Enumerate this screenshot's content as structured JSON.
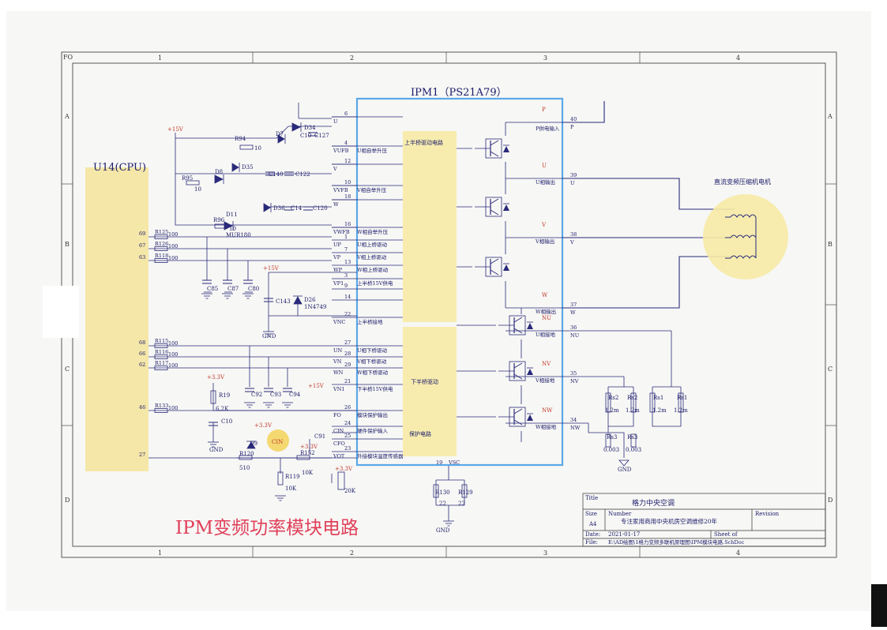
{
  "title": "IPM变频功率模块电路",
  "module_title": "IPM1（PS21A79）",
  "cpu_label": "U14(CPU)",
  "motor_label": "直流变频压缩机电机",
  "grid_cols": [
    "1",
    "2",
    "3",
    "4"
  ],
  "grid_rows": [
    "A",
    "B",
    "C",
    "D"
  ],
  "corner": "FO",
  "blocks": {
    "upper": "上半桥驱动电路",
    "lower": "下半桥驱动",
    "protect": "保护电路"
  },
  "upper_signals": [
    {
      "pin": "6",
      "name": "U",
      "cn": ""
    },
    {
      "pin": "4",
      "name": "VUFB",
      "cn": "U相自举升压"
    },
    {
      "pin": "12",
      "name": "V",
      "cn": ""
    },
    {
      "pin": "10",
      "name": "VVFB",
      "cn": "V相自举升压"
    },
    {
      "pin": "18",
      "name": "W",
      "cn": ""
    },
    {
      "pin": "16",
      "name": "VWFB",
      "cn": "W相自举升压"
    },
    {
      "pin": "1",
      "name": "UP",
      "cn": "U相上桥驱动"
    },
    {
      "pin": "7",
      "name": "VP",
      "cn": "V相上桥驱动"
    },
    {
      "pin": "13",
      "name": "WP",
      "cn": "W相上桥驱动"
    },
    {
      "pin": "3",
      "name": "VP1",
      "cn": "上半桥15V供电"
    },
    {
      "pin": "9",
      "name": "",
      "cn": ""
    },
    {
      "pin": "14",
      "name": "",
      "cn": ""
    },
    {
      "pin": "22",
      "name": "VNC",
      "cn": "上半桥接地"
    }
  ],
  "lower_signals": [
    {
      "pin": "27",
      "name": "UN",
      "cn": "U相下桥驱动"
    },
    {
      "pin": "28",
      "name": "VN",
      "cn": "V相下桥驱动"
    },
    {
      "pin": "29",
      "name": "WN",
      "cn": "W相下桥驱动"
    },
    {
      "pin": "21",
      "name": "VN1",
      "cn": "下半桥15V供电"
    },
    {
      "pin": "26",
      "name": "FO",
      "cn": "模块保护输出"
    },
    {
      "pin": "24",
      "name": "CIN",
      "cn": "硬件保护输入"
    },
    {
      "pin": "25",
      "name": "CFO",
      "cn": ""
    },
    {
      "pin": "23",
      "name": "VOT",
      "cn": "外接模块温度传感器"
    }
  ],
  "outputs": [
    {
      "pin": "40",
      "name": "P",
      "cn": "P供电输入"
    },
    {
      "pin": "39",
      "name": "U",
      "cn": "U相输出"
    },
    {
      "pin": "38",
      "name": "V",
      "cn": "V相输出"
    },
    {
      "pin": "37",
      "name": "W",
      "cn": "W相输出"
    },
    {
      "pin": "36",
      "name": "NU",
      "cn": "U相接地"
    },
    {
      "pin": "35",
      "name": "NV",
      "cn": "V相接地"
    },
    {
      "pin": "34",
      "name": "NW",
      "cn": "W相接地"
    },
    {
      "pin": "19",
      "name": "VSC",
      "cn": ""
    }
  ],
  "cpu_pins": [
    "69",
    "67",
    "63",
    "68",
    "66",
    "62",
    "46",
    "27"
  ],
  "cpu_resistors": [
    "R125",
    "R126",
    "R118",
    "R115",
    "R116",
    "R117",
    "R133"
  ],
  "cpu_resistor_value": "100",
  "components": {
    "r94": "R94",
    "r94v": "10",
    "r95": "R95",
    "r95v": "10",
    "r96": "R96",
    "r96v": "10",
    "d34": "D34",
    "d7": "D7",
    "d8": "D8",
    "d11": "D11",
    "d11p": "MUR180",
    "d35": "D35",
    "d36": "D36",
    "d26": "D26",
    "d26p": "1N4749",
    "d9": "D9",
    "c127": "C127",
    "c10x": "C10",
    "c140": "C140",
    "c122": "C122",
    "c14x": "C14",
    "c120": "C120",
    "c85": "C85",
    "c87": "C87",
    "c80": "C80",
    "c143": "C143",
    "c92": "C92",
    "c93": "C93",
    "c94": "C94",
    "c10": "C10",
    "c91": "C91",
    "r19": "R19",
    "r19v": "6.2K",
    "r120": "R120",
    "r120v": "510",
    "r119": "R119",
    "r119v": "10K",
    "r152": "R152",
    "r152v": "10K",
    "rt": "20K",
    "r130": "R130",
    "r130v": "22",
    "r129": "R129",
    "r129v": "22",
    "rs2a": "Rs2",
    "rs2b": "Rs2",
    "rs1a": "Rs1",
    "rs1b": "Rs1",
    "rsv": "1.2m",
    "rs3a": "Rs3",
    "rs3b": "Rs3",
    "rs3v": "0.003",
    "cin": "CIN"
  },
  "rails": {
    "p15": "+15V",
    "p33": "+3.3V",
    "gnd": "GND"
  },
  "titleblock": {
    "title_k": "Title",
    "title_v": "格力中央空调",
    "size_k": "Size",
    "size_v": "A4",
    "number_k": "Number",
    "number_v": "专注家用商用中央机房空调维修20年",
    "revision_k": "Revision",
    "date_k": "Date:",
    "date_v": "2021-01-17",
    "file_k": "File:",
    "file_v": "E:\\AD绘图\\1格力变频多联机原理图\\IPM模块电路.SchDoc",
    "sheet_k": "Sheet of"
  }
}
